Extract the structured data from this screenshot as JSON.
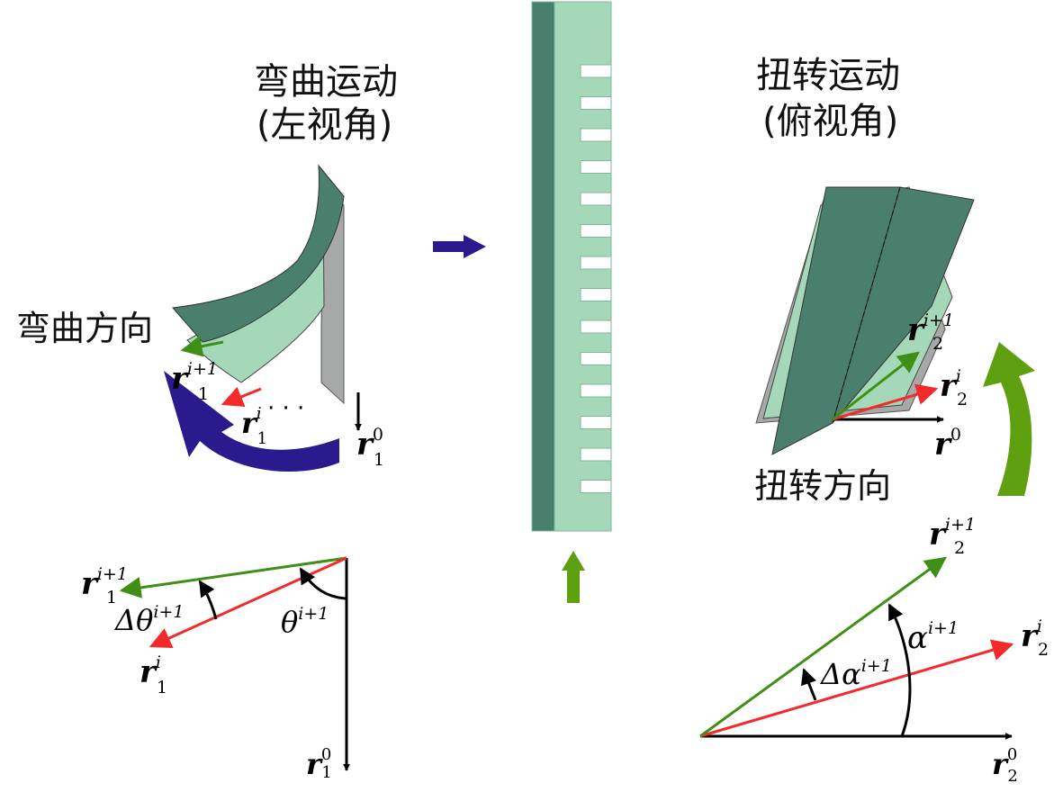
{
  "bending": {
    "title_line1": "弯曲运动",
    "title_line2": "(左视角)",
    "direction_label": "弯曲方向",
    "dots": "· · ·",
    "vectors": {
      "r1_next": {
        "base": "r",
        "sub": "1",
        "sup": "i+1"
      },
      "r1_i": {
        "base": "r",
        "sub": "1",
        "sup": "i"
      },
      "r1_0": {
        "base": "r",
        "sub": "1",
        "sup": "0"
      }
    },
    "angles": {
      "delta_theta": {
        "base": "Δθ",
        "sup": "i+1"
      },
      "theta": {
        "base": "θ",
        "sup": "i+1"
      }
    }
  },
  "torsion": {
    "title_line1": "扭转运动",
    "title_line2": "(俯视角)",
    "direction_label": "扭转方向",
    "vectors": {
      "r2_next": {
        "base": "r",
        "sub": "2",
        "sup": "i+1"
      },
      "r2_i": {
        "base": "r",
        "sub": "2",
        "sup": "i"
      },
      "r0": {
        "base": "r",
        "sub": "",
        "sup": "0"
      },
      "r2_0": {
        "base": "r",
        "sub": "2",
        "sup": "0"
      }
    },
    "angles": {
      "alpha": {
        "base": "α",
        "sup": "i+1"
      },
      "delta_alpha": {
        "base": "Δα",
        "sup": "i+1"
      }
    }
  },
  "colors": {
    "dark_green": "#4a7f6e",
    "light_green": "#a5d8b9",
    "gray": "#a6a9a8",
    "navy_arrow": "#2a1a8e",
    "red_vector": "#f22a2a",
    "green_vector": "#3f8f16",
    "lime_arrow": "#5ea00f"
  }
}
